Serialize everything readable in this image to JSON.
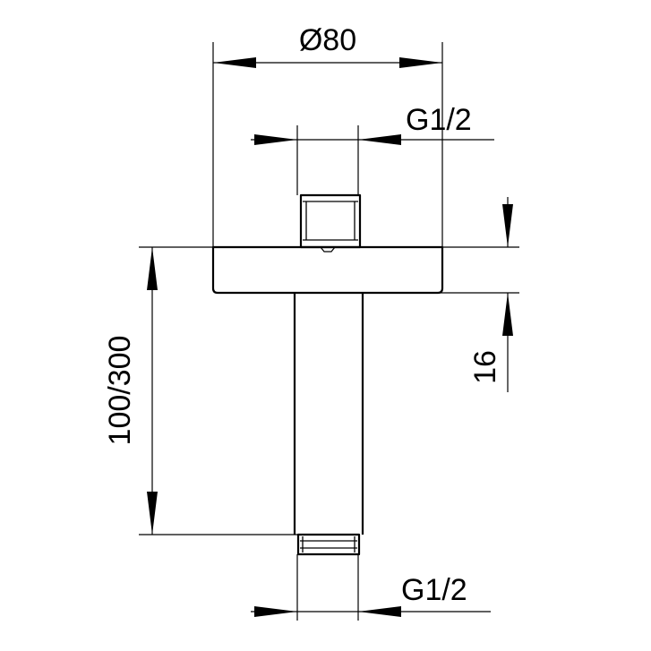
{
  "drawing": {
    "dimensions": {
      "flange_diameter": "Ø80",
      "top_thread": "G1/2",
      "bottom_thread": "G1/2",
      "arm_length": "100/300",
      "flange_height": "16"
    },
    "colors": {
      "line": "#000000",
      "background": "#ffffff"
    }
  }
}
